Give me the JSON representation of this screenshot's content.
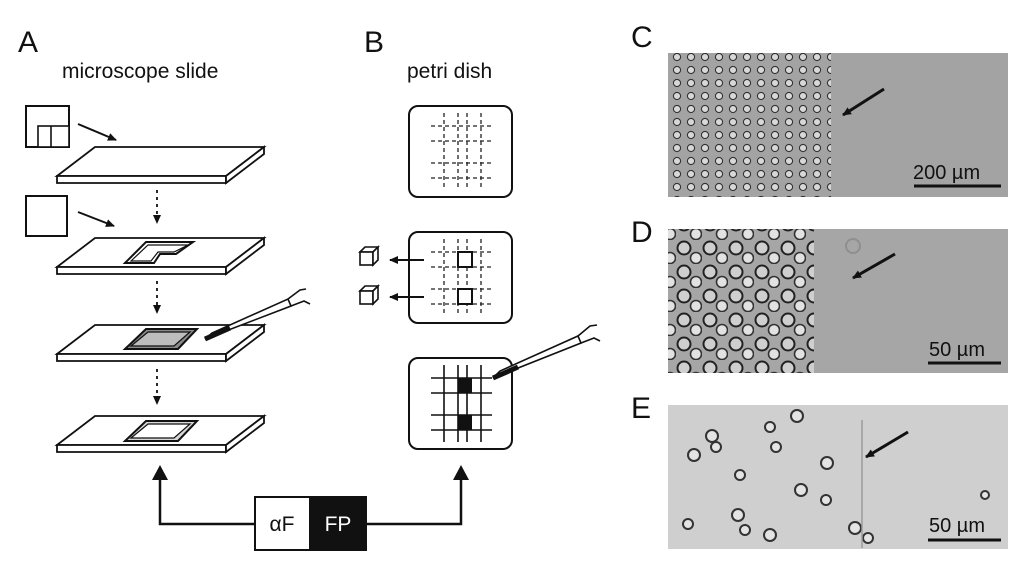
{
  "panel_a": {
    "label": "A",
    "title": "microscope slide"
  },
  "panel_b": {
    "label": "B",
    "title": "petri dish"
  },
  "panel_c": {
    "label": "C",
    "scale_bar": "200 µm"
  },
  "panel_d": {
    "label": "D",
    "scale_bar": "50 µm"
  },
  "panel_e": {
    "label": "E",
    "scale_bar": "50 µm"
  },
  "bottom_box": {
    "left": "αF",
    "right": "FP"
  }
}
